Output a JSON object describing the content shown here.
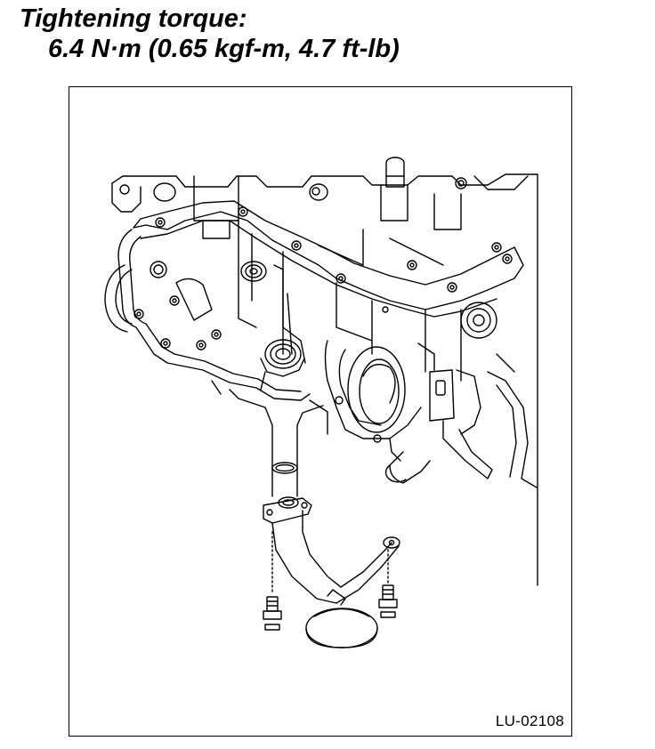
{
  "spec": {
    "heading": "Tightening torque:",
    "value": "6.4 N·m (0.65 kgf-m, 4.7 ft-lb)"
  },
  "figure": {
    "code": "LU-02108"
  }
}
